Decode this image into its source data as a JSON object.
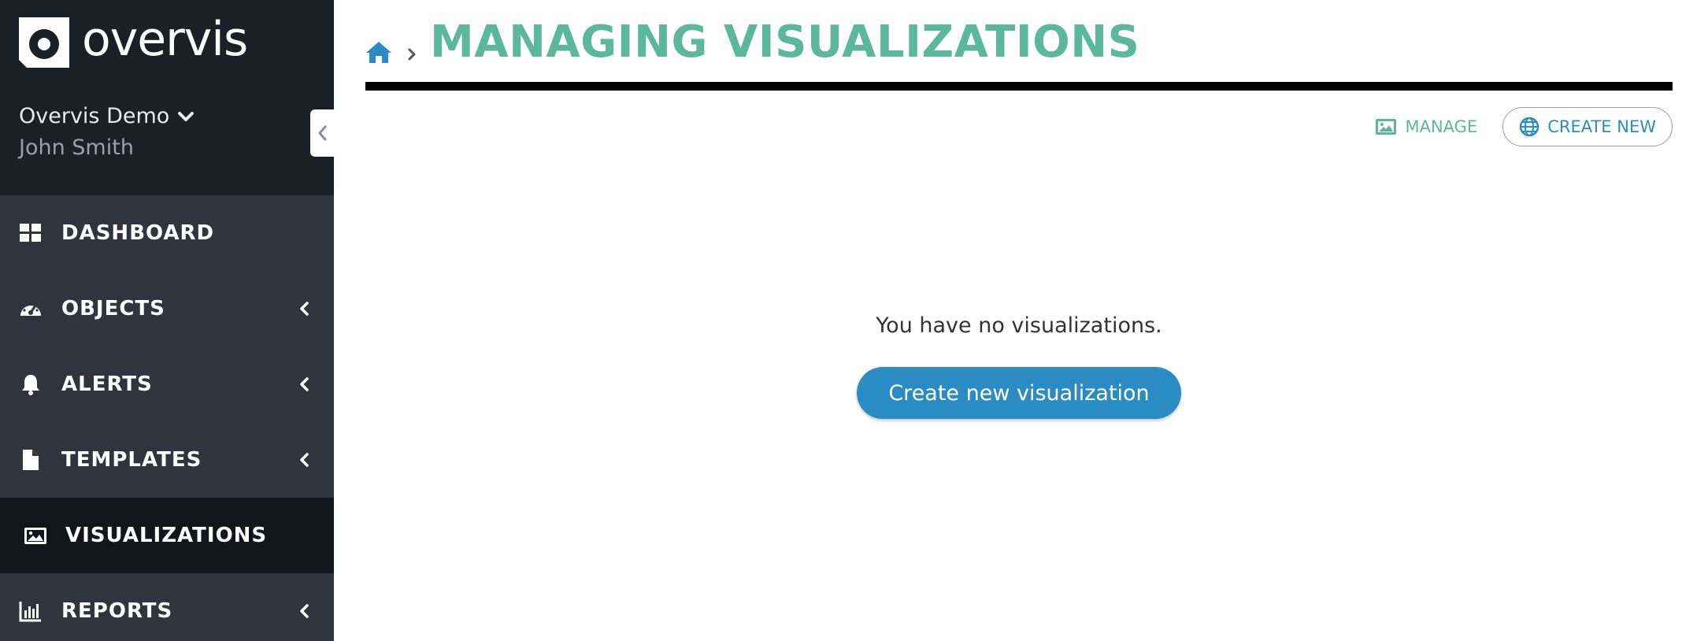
{
  "app": {
    "logo_text": "overvis",
    "org_name": "Overvis Demo",
    "user_name": "John Smith"
  },
  "sidebar": {
    "items": [
      {
        "label": "DASHBOARD",
        "icon": "dashboard-icon",
        "has_submenu": false,
        "active": false
      },
      {
        "label": "OBJECTS",
        "icon": "gauge-icon",
        "has_submenu": true,
        "active": false
      },
      {
        "label": "ALERTS",
        "icon": "bell-icon",
        "has_submenu": true,
        "active": false
      },
      {
        "label": "TEMPLATES",
        "icon": "file-icon",
        "has_submenu": true,
        "active": false
      },
      {
        "label": "VISUALIZATIONS",
        "icon": "image-icon",
        "has_submenu": false,
        "active": true
      },
      {
        "label": "REPORTS",
        "icon": "bar-chart-icon",
        "has_submenu": true,
        "active": false
      }
    ]
  },
  "header": {
    "title": "MANAGING VISUALIZATIONS"
  },
  "actions": {
    "manage_label": "MANAGE",
    "create_new_label": "CREATE NEW"
  },
  "empty_state": {
    "message": "You have no visualizations.",
    "button_label": "Create new visualization"
  },
  "colors": {
    "sidebar_bg": "#2f343d",
    "sidebar_top_bg": "#1b1f26",
    "active_item_bg": "#12151b",
    "title_green": "#5cb89a",
    "primary_blue": "#2b8cc4"
  }
}
